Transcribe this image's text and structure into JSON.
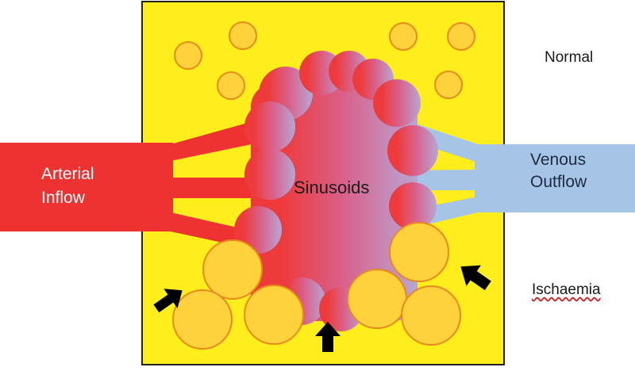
{
  "labels": {
    "normal": "Normal",
    "arterial_line1": "Arterial",
    "arterial_line2": "Inflow",
    "sinusoids": "Sinusoids",
    "venous_line1": "Venous",
    "venous_line2": "Outflow",
    "ischaemia": "Ischaemia"
  },
  "colors": {
    "tissue": "#ffee1c",
    "arterial": "#ee3232",
    "venous": "#a6c4e6",
    "sinusoid_left": "#ee3a3a",
    "sinusoid_right": "#b8a6d4",
    "cell_fill": "#ffd23c",
    "cell_stroke": "#e8891c",
    "arrow": "#000000"
  },
  "icons": {
    "pressure_arrow": "black-arrow-icon",
    "cell": "hepatocyte-circle"
  }
}
